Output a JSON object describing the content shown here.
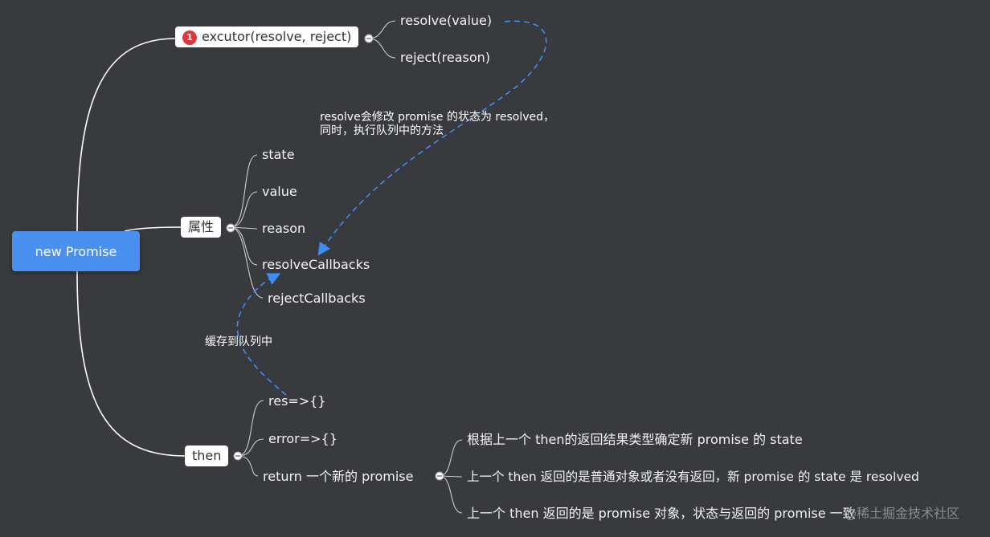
{
  "root": {
    "label": "new Promise"
  },
  "executor": {
    "badge": "1",
    "label": "excutor(resolve, reject)",
    "children": [
      "resolve(value)",
      "reject(reason)"
    ]
  },
  "attributes": {
    "label": "属性",
    "children": [
      "state",
      "value",
      "reason",
      "resolveCallbacks",
      "rejectCallbacks"
    ]
  },
  "then": {
    "label": "then",
    "children": [
      "res=>{}",
      "error=>{}",
      "return 一个新的 promise"
    ],
    "return_children": [
      "根据上一个 then的返回结果类型确定新 promise 的 state",
      "上一个 then 返回的是普通对象或者没有返回，新 promise 的 state 是  resolved",
      "上一个 then 返回的是 promise 对象，状态与返回的 promise 一致"
    ]
  },
  "notes": {
    "resolve_note_line1": "resolve会修改 promise 的状态为 resolved，",
    "resolve_note_line2": "同时，执行队列中的方法",
    "cache_note": "缓存到队列中"
  },
  "watermark": "@稀土掘金技术社区",
  "colors": {
    "background": "#383a3d",
    "root": "#4a90f0",
    "badge": "#e0353c",
    "relation_line": "#3f8cf5",
    "connector": "#ffffff"
  }
}
